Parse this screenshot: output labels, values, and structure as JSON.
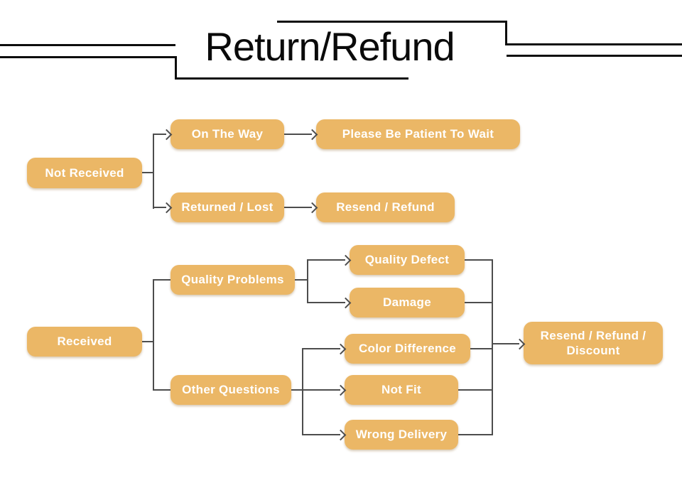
{
  "title": "Return/Refund",
  "colors": {
    "node_fill": "#EBB766",
    "node_text": "#FFFFFF",
    "connector": "#4D4D4D",
    "title_text": "#0A0A0A",
    "title_rules": "#0D0D0D",
    "background": "#FFFFFF"
  },
  "nodes": {
    "not_received": "Not Received",
    "on_the_way": "On The Way",
    "please_wait": "Please Be Patient To Wait",
    "returned_lost": "Returned / Lost",
    "resend_refund": "Resend / Refund",
    "received": "Received",
    "quality_problems": "Quality Problems",
    "other_questions": "Other Questions",
    "quality_defect": "Quality Defect",
    "damage": "Damage",
    "color_difference": "Color Difference",
    "not_fit": "Not Fit",
    "wrong_delivery": "Wrong Delivery",
    "resend_refund_discount": "Resend / Refund / Discount"
  }
}
